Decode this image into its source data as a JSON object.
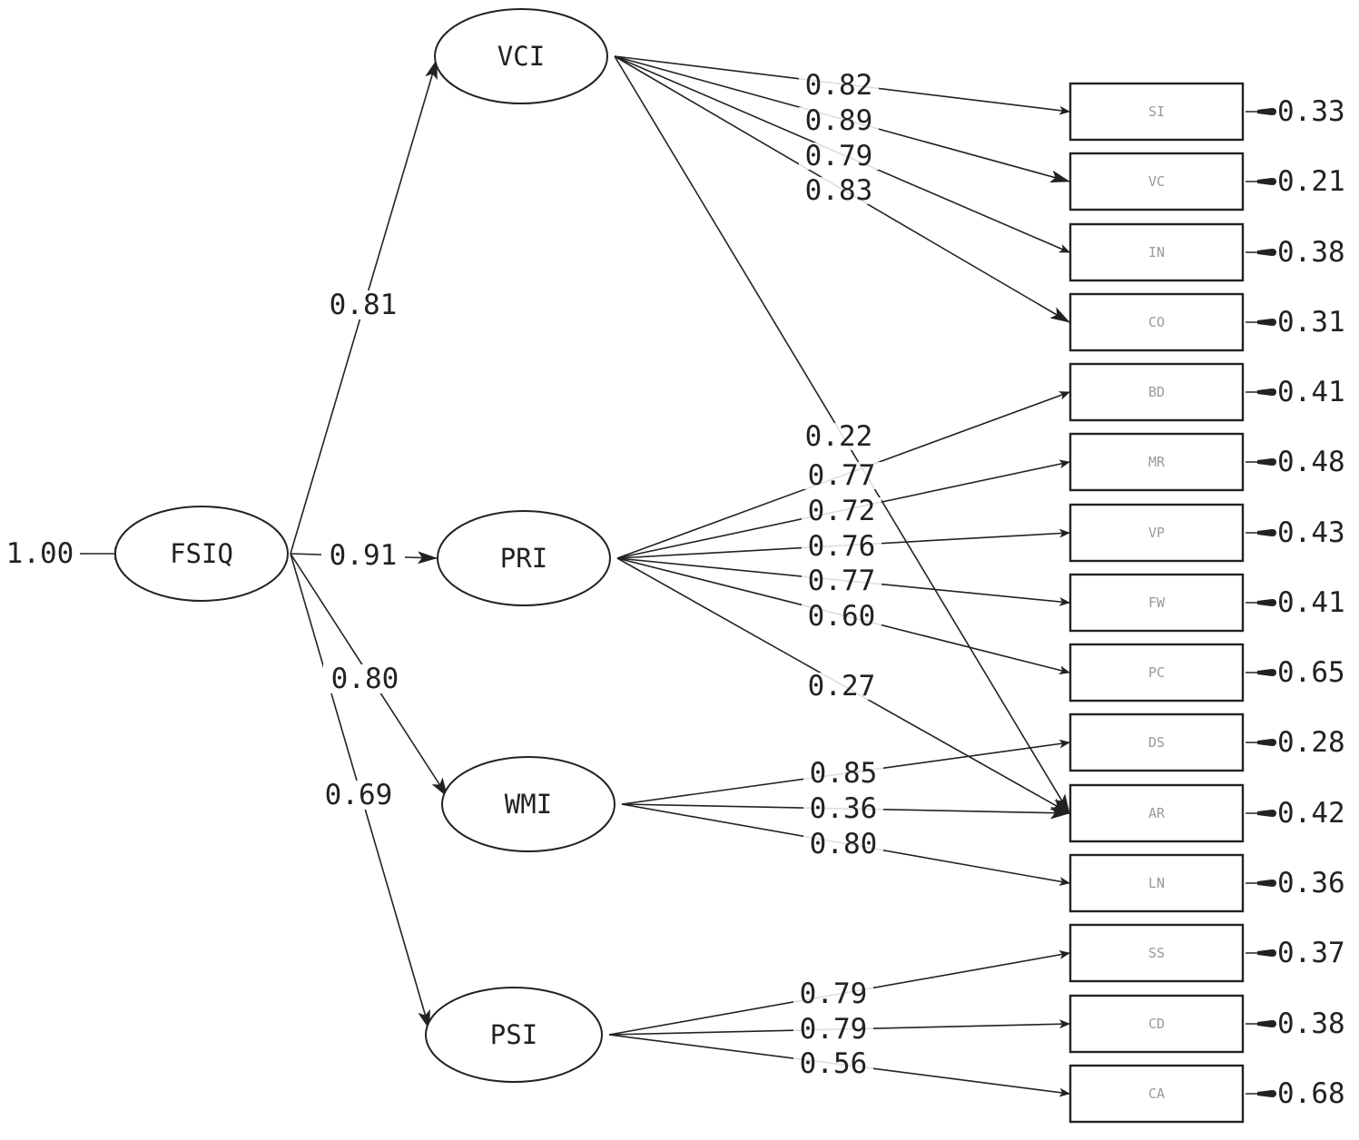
{
  "diagram": {
    "type": "path-diagram",
    "title": "",
    "second_order": {
      "id": "FSIQ",
      "label": "FSIQ",
      "variance": "1.00"
    },
    "factors": [
      {
        "id": "VCI",
        "label": "VCI",
        "loading_from_FSIQ": "0.81"
      },
      {
        "id": "PRI",
        "label": "PRI",
        "loading_from_FSIQ": "0.91"
      },
      {
        "id": "WMI",
        "label": "WMI",
        "loading_from_FSIQ": "0.80"
      },
      {
        "id": "PSI",
        "label": "PSI",
        "loading_from_FSIQ": "0.69"
      }
    ],
    "indicators": [
      {
        "id": "SI",
        "label": "SI",
        "error": "0.33"
      },
      {
        "id": "VC",
        "label": "VC",
        "error": "0.21"
      },
      {
        "id": "IN",
        "label": "IN",
        "error": "0.38"
      },
      {
        "id": "CO",
        "label": "CO",
        "error": "0.31"
      },
      {
        "id": "BD",
        "label": "BD",
        "error": "0.41"
      },
      {
        "id": "MR",
        "label": "MR",
        "error": "0.48"
      },
      {
        "id": "VP",
        "label": "VP",
        "error": "0.43"
      },
      {
        "id": "FW",
        "label": "FW",
        "error": "0.41"
      },
      {
        "id": "PC",
        "label": "PC",
        "error": "0.65"
      },
      {
        "id": "DS",
        "label": "DS",
        "error": "0.28"
      },
      {
        "id": "AR",
        "label": "AR",
        "error": "0.42"
      },
      {
        "id": "LN",
        "label": "LN",
        "error": "0.36"
      },
      {
        "id": "SS",
        "label": "SS",
        "error": "0.37"
      },
      {
        "id": "CD",
        "label": "CD",
        "error": "0.38"
      },
      {
        "id": "CA",
        "label": "CA",
        "error": "0.68"
      }
    ],
    "loadings": [
      {
        "from": "VCI",
        "to": "SI",
        "value": "0.82"
      },
      {
        "from": "VCI",
        "to": "VC",
        "value": "0.89"
      },
      {
        "from": "VCI",
        "to": "IN",
        "value": "0.79"
      },
      {
        "from": "VCI",
        "to": "CO",
        "value": "0.83"
      },
      {
        "from": "VCI",
        "to": "AR",
        "value": "0.22"
      },
      {
        "from": "PRI",
        "to": "BD",
        "value": "0.77"
      },
      {
        "from": "PRI",
        "to": "MR",
        "value": "0.72"
      },
      {
        "from": "PRI",
        "to": "VP",
        "value": "0.76"
      },
      {
        "from": "PRI",
        "to": "FW",
        "value": "0.77"
      },
      {
        "from": "PRI",
        "to": "PC",
        "value": "0.60"
      },
      {
        "from": "PRI",
        "to": "AR",
        "value": "0.27"
      },
      {
        "from": "WMI",
        "to": "DS",
        "value": "0.85"
      },
      {
        "from": "WMI",
        "to": "AR",
        "value": "0.36"
      },
      {
        "from": "WMI",
        "to": "LN",
        "value": "0.80"
      },
      {
        "from": "PSI",
        "to": "SS",
        "value": "0.79"
      },
      {
        "from": "PSI",
        "to": "CD",
        "value": "0.79"
      },
      {
        "from": "PSI",
        "to": "CA",
        "value": "0.56"
      }
    ]
  }
}
